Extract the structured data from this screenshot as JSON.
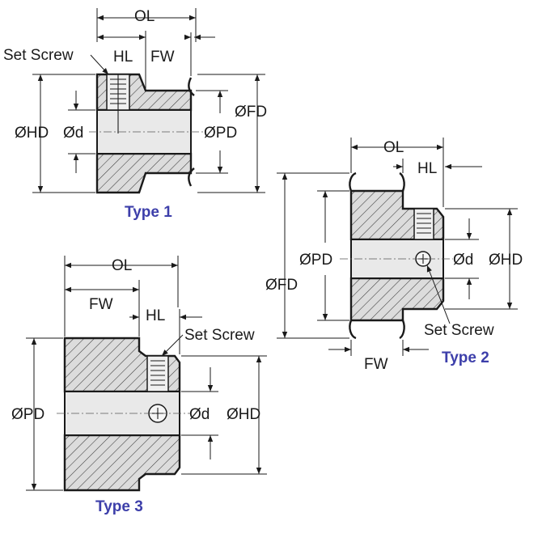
{
  "labels": {
    "ol": "OL",
    "hl": "HL",
    "fw": "FW",
    "set_screw": "Set Screw",
    "hd": "ØHD",
    "fd": "ØFD",
    "pd": "ØPD",
    "d": "Ød"
  },
  "types": {
    "type1": "Type 1",
    "type2": "Type 2",
    "type3": "Type 3"
  },
  "colors": {
    "type_label": "#3d3faa",
    "line": "#1a1a1a",
    "bore": "#e9e9e9"
  }
}
